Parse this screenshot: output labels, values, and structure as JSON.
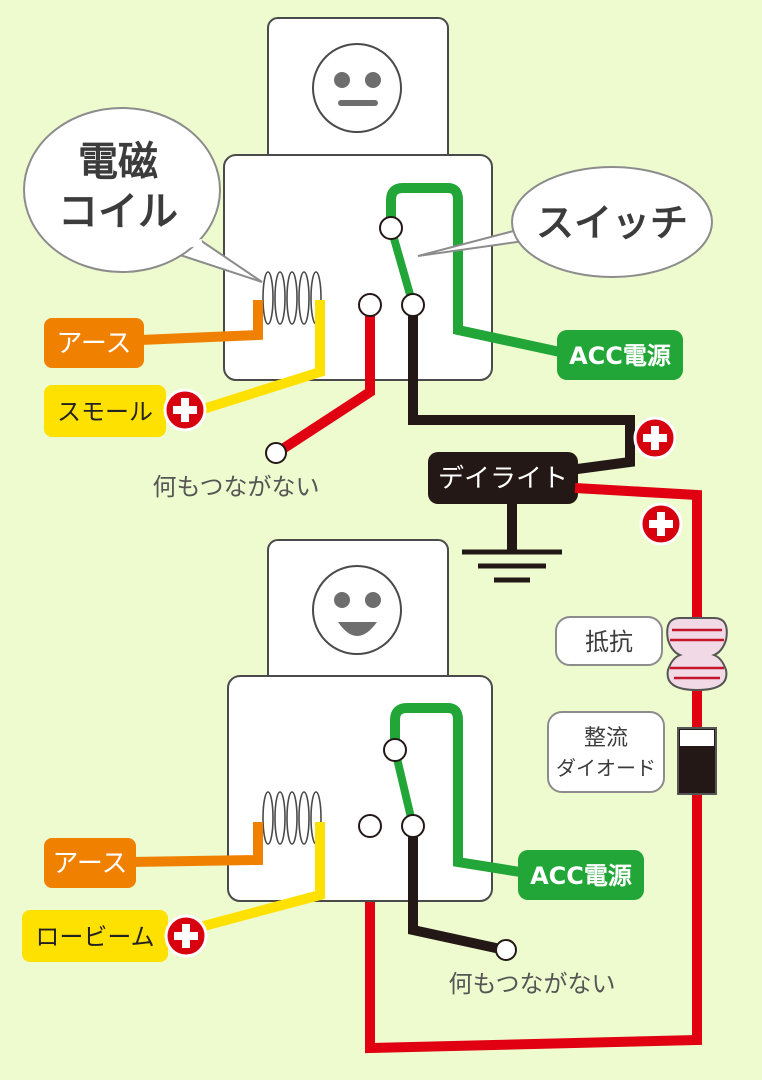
{
  "colors": {
    "background": "#eefbcf",
    "relay_fill": "#ffffff",
    "relay_stroke": "#4a4a4a",
    "earth": "#f08000",
    "small_light": "#ffe100",
    "acc": "#21a637",
    "daylight": "#231815",
    "red_wire": "#e00012",
    "plus": "#d7000f"
  },
  "top_relay": {
    "face": "neutral-face-icon",
    "coil_callout": {
      "line1": "電磁",
      "line2": "コイル"
    },
    "switch_callout": "スイッチ",
    "earth_label": "アース",
    "coil_plus_label": "スモール",
    "acc_label": "ACC電源",
    "unconnected_label": "何もつながない"
  },
  "daylight_label": "デイライト",
  "resistor_label": "抵抗",
  "diode_label": {
    "line1": "整流",
    "line2": "ダイオード"
  },
  "bottom_relay": {
    "face": "smiling-face-icon",
    "earth_label": "アース",
    "coil_plus_label": "ロービーム",
    "acc_label": "ACC電源",
    "unconnected_label": "何もつながない"
  }
}
